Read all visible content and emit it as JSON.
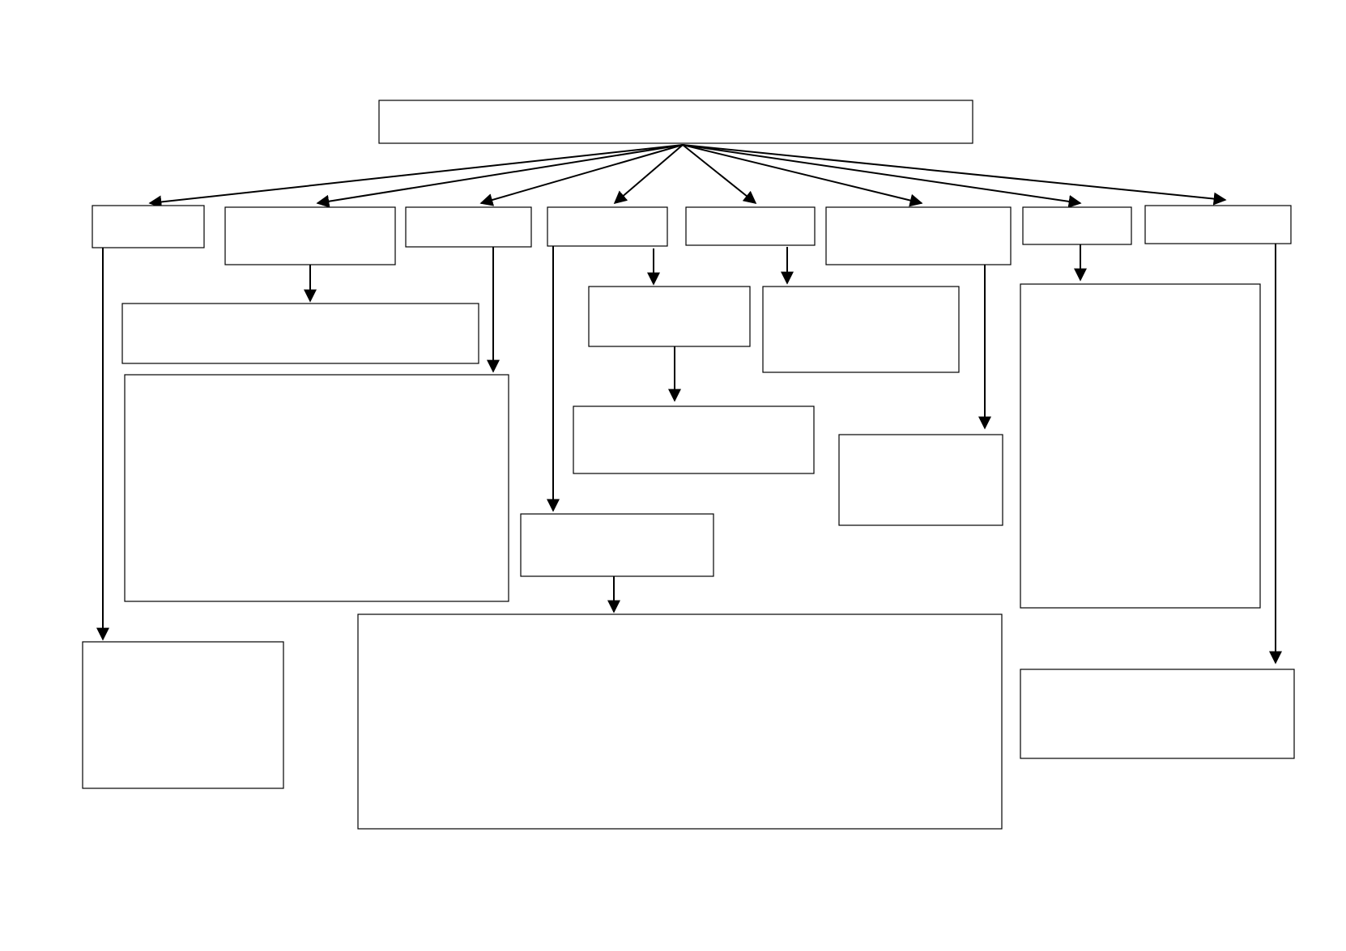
{
  "diagram": {
    "type": "hierarchy-flowchart",
    "background_color": "#ffffff",
    "line_color": "#000000",
    "nodes": [
      {
        "id": "root",
        "text": ""
      },
      {
        "id": "c1",
        "text": ""
      },
      {
        "id": "c2",
        "text": ""
      },
      {
        "id": "c3",
        "text": ""
      },
      {
        "id": "c4",
        "text": ""
      },
      {
        "id": "c5",
        "text": ""
      },
      {
        "id": "c6",
        "text": ""
      },
      {
        "id": "c7",
        "text": ""
      },
      {
        "id": "c8",
        "text": ""
      },
      {
        "id": "c1-child",
        "text": ""
      },
      {
        "id": "c2-child",
        "text": ""
      },
      {
        "id": "c3-child",
        "text": ""
      },
      {
        "id": "c4-child-a",
        "text": ""
      },
      {
        "id": "c4-child-b",
        "text": ""
      },
      {
        "id": "c4-child-b-child",
        "text": ""
      },
      {
        "id": "c5-child-a",
        "text": ""
      },
      {
        "id": "c5-child-a-child",
        "text": ""
      },
      {
        "id": "c6-child",
        "text": ""
      },
      {
        "id": "c6-child-b",
        "text": ""
      },
      {
        "id": "c7-child",
        "text": ""
      },
      {
        "id": "c8-child",
        "text": ""
      }
    ],
    "edges": [
      {
        "from": "root",
        "to": "c1"
      },
      {
        "from": "root",
        "to": "c2"
      },
      {
        "from": "root",
        "to": "c3"
      },
      {
        "from": "root",
        "to": "c4"
      },
      {
        "from": "root",
        "to": "c5"
      },
      {
        "from": "root",
        "to": "c6"
      },
      {
        "from": "root",
        "to": "c7"
      },
      {
        "from": "root",
        "to": "c8"
      },
      {
        "from": "c1",
        "to": "c1-child"
      },
      {
        "from": "c2",
        "to": "c2-child"
      },
      {
        "from": "c3",
        "to": "c3-child"
      },
      {
        "from": "c4",
        "to": "c4-child-a"
      },
      {
        "from": "c4",
        "to": "c4-child-b"
      },
      {
        "from": "c4-child-b",
        "to": "c4-child-b-child"
      },
      {
        "from": "c5",
        "to": "c5-child-a"
      },
      {
        "from": "c5-child-a",
        "to": "c5-child-a-child"
      },
      {
        "from": "c6",
        "to": "c6-child"
      },
      {
        "from": "c6",
        "to": "c6-child-b"
      },
      {
        "from": "c7",
        "to": "c7-child"
      },
      {
        "from": "c8",
        "to": "c8-child"
      }
    ]
  }
}
